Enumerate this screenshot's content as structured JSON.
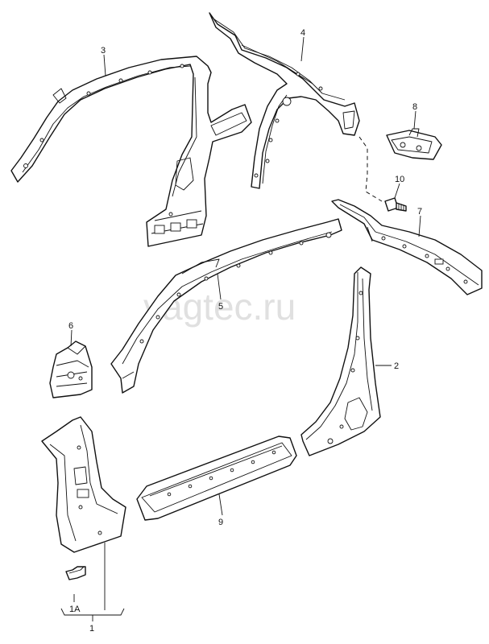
{
  "watermark": "vagtec.ru",
  "callouts": {
    "p1": "1",
    "p1a": "1A",
    "p2": "2",
    "p3": "3",
    "p4": "4",
    "p5": "5",
    "p6": "6",
    "p7": "7",
    "p8": "8",
    "p9": "9",
    "p10": "10"
  }
}
